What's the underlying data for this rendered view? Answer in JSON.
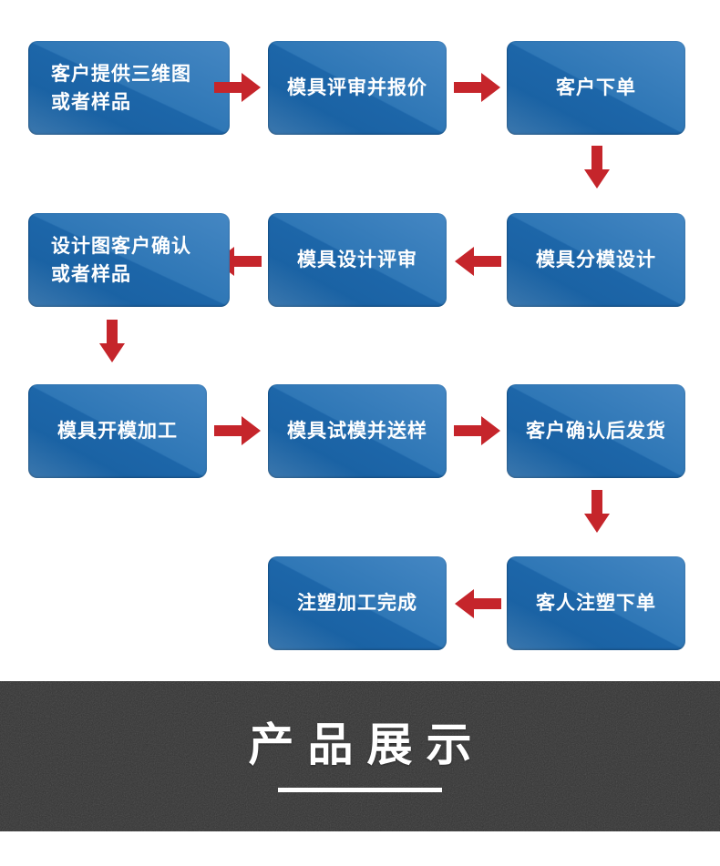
{
  "flow": {
    "steps": [
      {
        "id": "customer-provide-drawing",
        "label": "客户提供三维图\n或者样品"
      },
      {
        "id": "mold-review-quote",
        "label": "模具评审并报价"
      },
      {
        "id": "customer-order",
        "label": "客户下单"
      },
      {
        "id": "mold-parting-design",
        "label": "模具分模设计"
      },
      {
        "id": "mold-design-review",
        "label": "模具设计评审"
      },
      {
        "id": "design-confirm",
        "label": "设计图客户确认\n或者样品"
      },
      {
        "id": "mold-machining",
        "label": "模具开模加工"
      },
      {
        "id": "mold-trial-sample",
        "label": "模具试模并送样"
      },
      {
        "id": "ship-after-confirm",
        "label": "客户确认后发货"
      },
      {
        "id": "customer-injection-order",
        "label": "客人注塑下单"
      },
      {
        "id": "injection-complete",
        "label": "注塑加工完成"
      }
    ]
  },
  "banner": {
    "title": "产品展示"
  },
  "colors": {
    "box_blue_dark": "#1d66a9",
    "box_blue_light": "#4587c3",
    "arrow_red": "#c5252b",
    "banner_bg": "#333333",
    "banner_text": "#ffffff",
    "page_bg": "#ffffff"
  }
}
